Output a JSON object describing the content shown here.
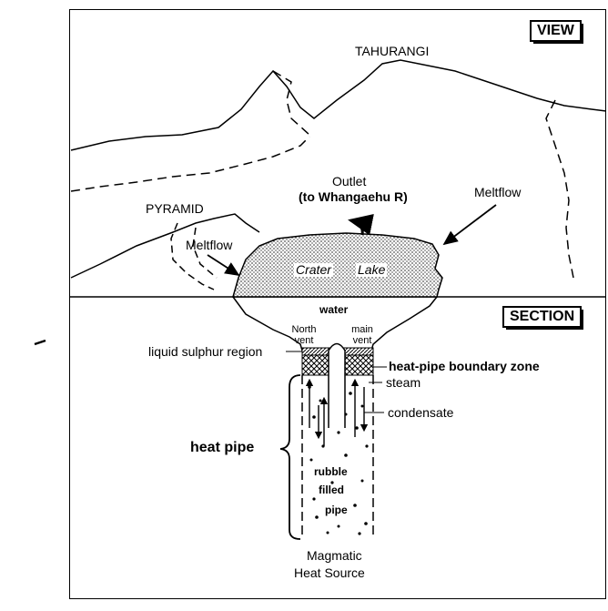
{
  "panels": {
    "view": "VIEW",
    "section": "SECTION"
  },
  "peaks": {
    "tahurangi": "TAHURANGI",
    "pyramid": "PYRAMID"
  },
  "labels": {
    "outlet_line1": "Outlet",
    "outlet_line2": "(to Whangaehu R)",
    "meltflow_right": "Meltflow",
    "meltflow_left": "Meltflow",
    "crater": "Crater",
    "lake": "Lake",
    "water": "water",
    "north_vent_line1": "North",
    "north_vent_line2": "vent",
    "main_vent_line1": "main",
    "main_vent_line2": "vent",
    "liquid_sulphur": "liquid sulphur region",
    "heat_pipe_boundary": "heat-pipe boundary zone",
    "steam": "steam",
    "condensate": "condensate",
    "heat_pipe": "heat pipe",
    "rubble": "rubble",
    "filled": "filled",
    "pipe": "pipe",
    "source_line1": "Magmatic",
    "source_line2": "Heat Source"
  },
  "colors": {
    "ink": "#000000",
    "lake_stipple": "#8a8a8a"
  }
}
